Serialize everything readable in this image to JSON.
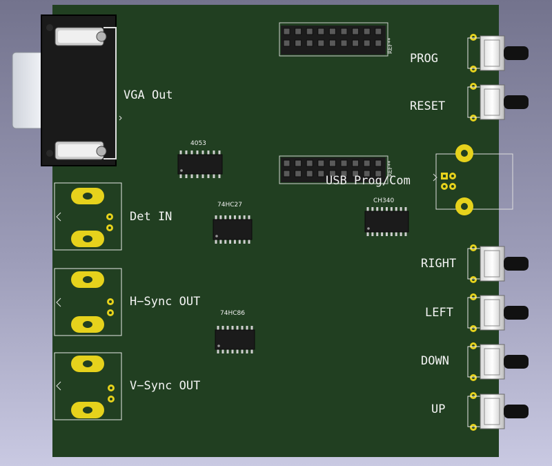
{
  "board": {
    "color": "#213f21",
    "pad_gold": "#e6d21c",
    "silk": "#f4f4f4"
  },
  "labels": {
    "vga_out": "VGA Out",
    "det_in": "Det IN",
    "hsync_out": "H−Sync OUT",
    "vsync_out": "V−Sync OUT",
    "prog": "PROG",
    "reset": "RESET",
    "usb": "USB Prog/Com",
    "right": "RIGHT",
    "left": "LEFT",
    "down": "DOWN",
    "up": "UP"
  },
  "chips": {
    "u4053": "4053",
    "u74hc27": "74HC27",
    "u74hc86": "74HC86",
    "ch340": "CH340"
  },
  "refs": {
    "header_top": "REF**",
    "header_mid": "REF**"
  }
}
